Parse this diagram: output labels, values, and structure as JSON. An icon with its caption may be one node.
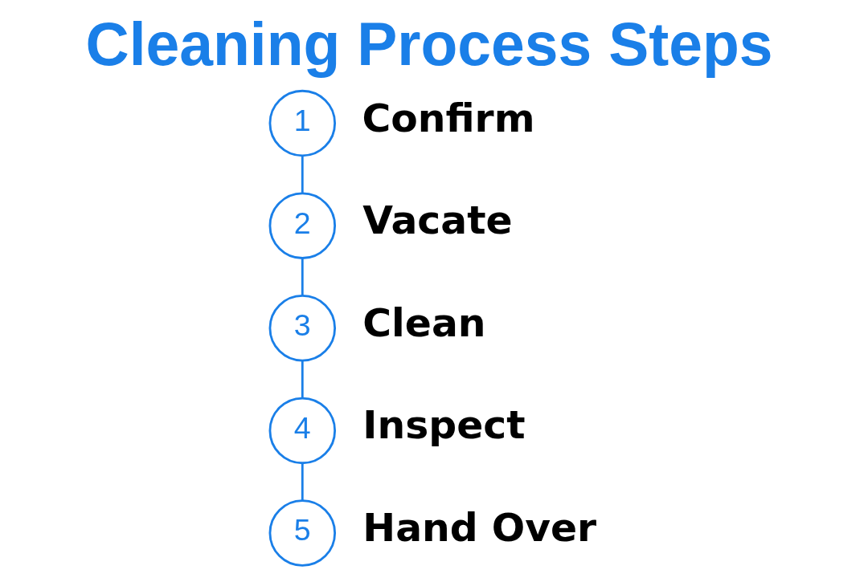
{
  "diagram": {
    "title": "Cleaning Process Steps",
    "nodes": [
      {
        "text": [
          "1"
        ],
        "beside": [
          "Confirm"
        ]
      },
      {
        "text": [
          "2"
        ],
        "beside": [
          "Vacate"
        ]
      },
      {
        "text": [
          "3"
        ],
        "beside": [
          "Clean"
        ]
      },
      {
        "text": [
          "4"
        ],
        "beside": [
          "Inspect"
        ]
      },
      {
        "text": [
          "5"
        ],
        "beside": [
          "Hand Over"
        ]
      }
    ],
    "edges": [
      {
        "from": 0,
        "to": 1,
        "arrow": "none"
      },
      {
        "from": 1,
        "to": 2,
        "arrow": "none"
      },
      {
        "from": 2,
        "to": 3,
        "arrow": "none"
      },
      {
        "from": 3,
        "to": 4,
        "arrow": "none"
      }
    ]
  }
}
